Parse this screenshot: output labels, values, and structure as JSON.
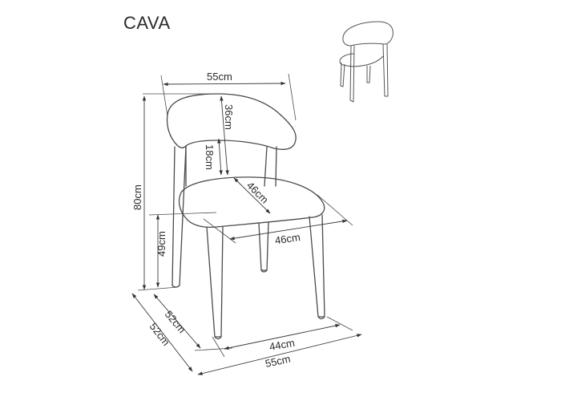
{
  "title": "CAVA",
  "colors": {
    "line": "#4a4a4a",
    "text": "#2a2a2a",
    "background": "#ffffff"
  },
  "dimensions": {
    "backrest_width": "55cm",
    "backrest_height": "36cm",
    "backrest_gap": "18cm",
    "seat_depth": "46cm",
    "seat_width": "46cm",
    "total_height": "80cm",
    "seat_height": "49cm",
    "inner_leg_depth": "52cm",
    "outer_depth": "52cm",
    "inner_leg_width": "44cm",
    "total_width": "55cm"
  },
  "thumbnail": {
    "icon": "chair-rear-view-icon"
  }
}
